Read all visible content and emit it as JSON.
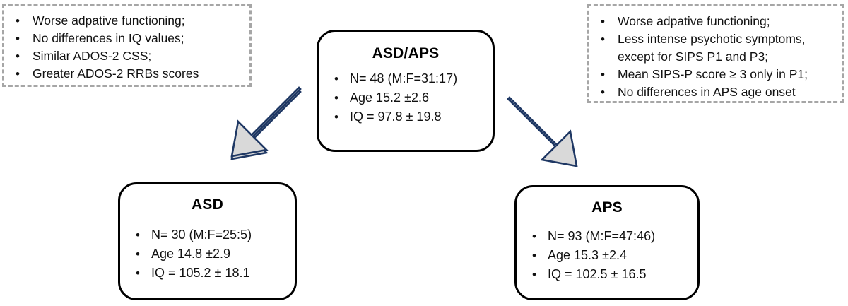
{
  "diagram": {
    "title": "ASD/APS sample flow diagram",
    "colors": {
      "arrow_fill": "#d9d9d9",
      "arrow_border": "#1f3864",
      "dashed_border": "#a6a6a6",
      "box_border": "#000000",
      "text": "#000000"
    }
  },
  "notes": {
    "left": {
      "name": "left-findings-note",
      "bullets": [
        "Worse adpative functioning;",
        "No differences in IQ values;",
        "Similar ADOS-2 CSS;",
        "Greater ADOS-2 RRBs scores"
      ]
    },
    "right": {
      "name": "right-findings-note",
      "bullets": [
        "Worse adpative functioning;",
        "Less intense psychotic symptoms,\nexcept for SIPS P1 and P3;",
        "Mean SIPS-P score ≥ 3 only in P1;",
        "No differences in APS age onset"
      ]
    }
  },
  "groups": {
    "center": {
      "title": "ASD/APS",
      "bullets": [
        "N= 48 (M:F=31:17)",
        "Age 15.2 ±2.6",
        "IQ = 97.8 ± 19.8"
      ]
    },
    "left": {
      "title": "ASD",
      "bullets": [
        "N= 30 (M:F=25:5)",
        "Age 14.8 ±2.9",
        "IQ = 105.2 ± 18.1"
      ]
    },
    "right": {
      "title": "APS",
      "bullets": [
        "N= 93 (M:F=47:46)",
        "Age 15.3 ±2.4",
        "IQ = 102.5 ± 16.5"
      ]
    }
  },
  "arrows": {
    "left": {
      "name": "arrow-down-left",
      "direction": "down-left"
    },
    "right": {
      "name": "arrow-down-right",
      "direction": "down-right"
    }
  },
  "bullet_glyph": "•"
}
